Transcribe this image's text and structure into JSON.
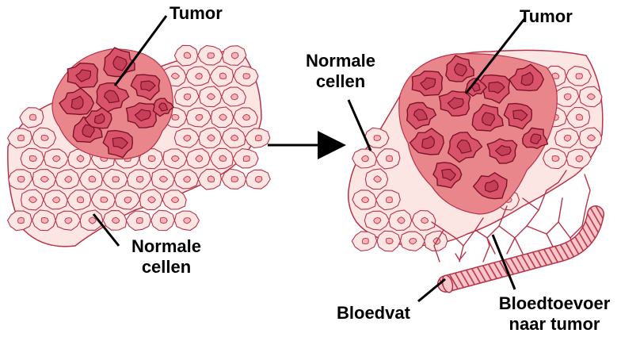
{
  "left_panel": {
    "tumor_label": "Tumor",
    "normal_label_line1": "Normale",
    "normal_label_line2": "cellen"
  },
  "right_panel": {
    "tumor_label": "Tumor",
    "normal_label_line1": "Normale",
    "normal_label_line2": "cellen",
    "blood_vessel_label": "Bloedvat",
    "blood_supply_line1": "Bloedtoevoer",
    "blood_supply_line2": "naar tumor"
  },
  "colors": {
    "normal_cell_fill": "#fbe6e4",
    "normal_cell_stroke": "#b8324a",
    "normal_nucleus": "#f4b3b6",
    "tumor_zone_fill": "#e8868c",
    "tumor_cell_fill": "#d9536a",
    "tumor_cell_stroke": "#7a1328",
    "tumor_nucleus": "#c43f57",
    "vessel_fill": "#f6c6c8",
    "arrow": "#000000"
  }
}
